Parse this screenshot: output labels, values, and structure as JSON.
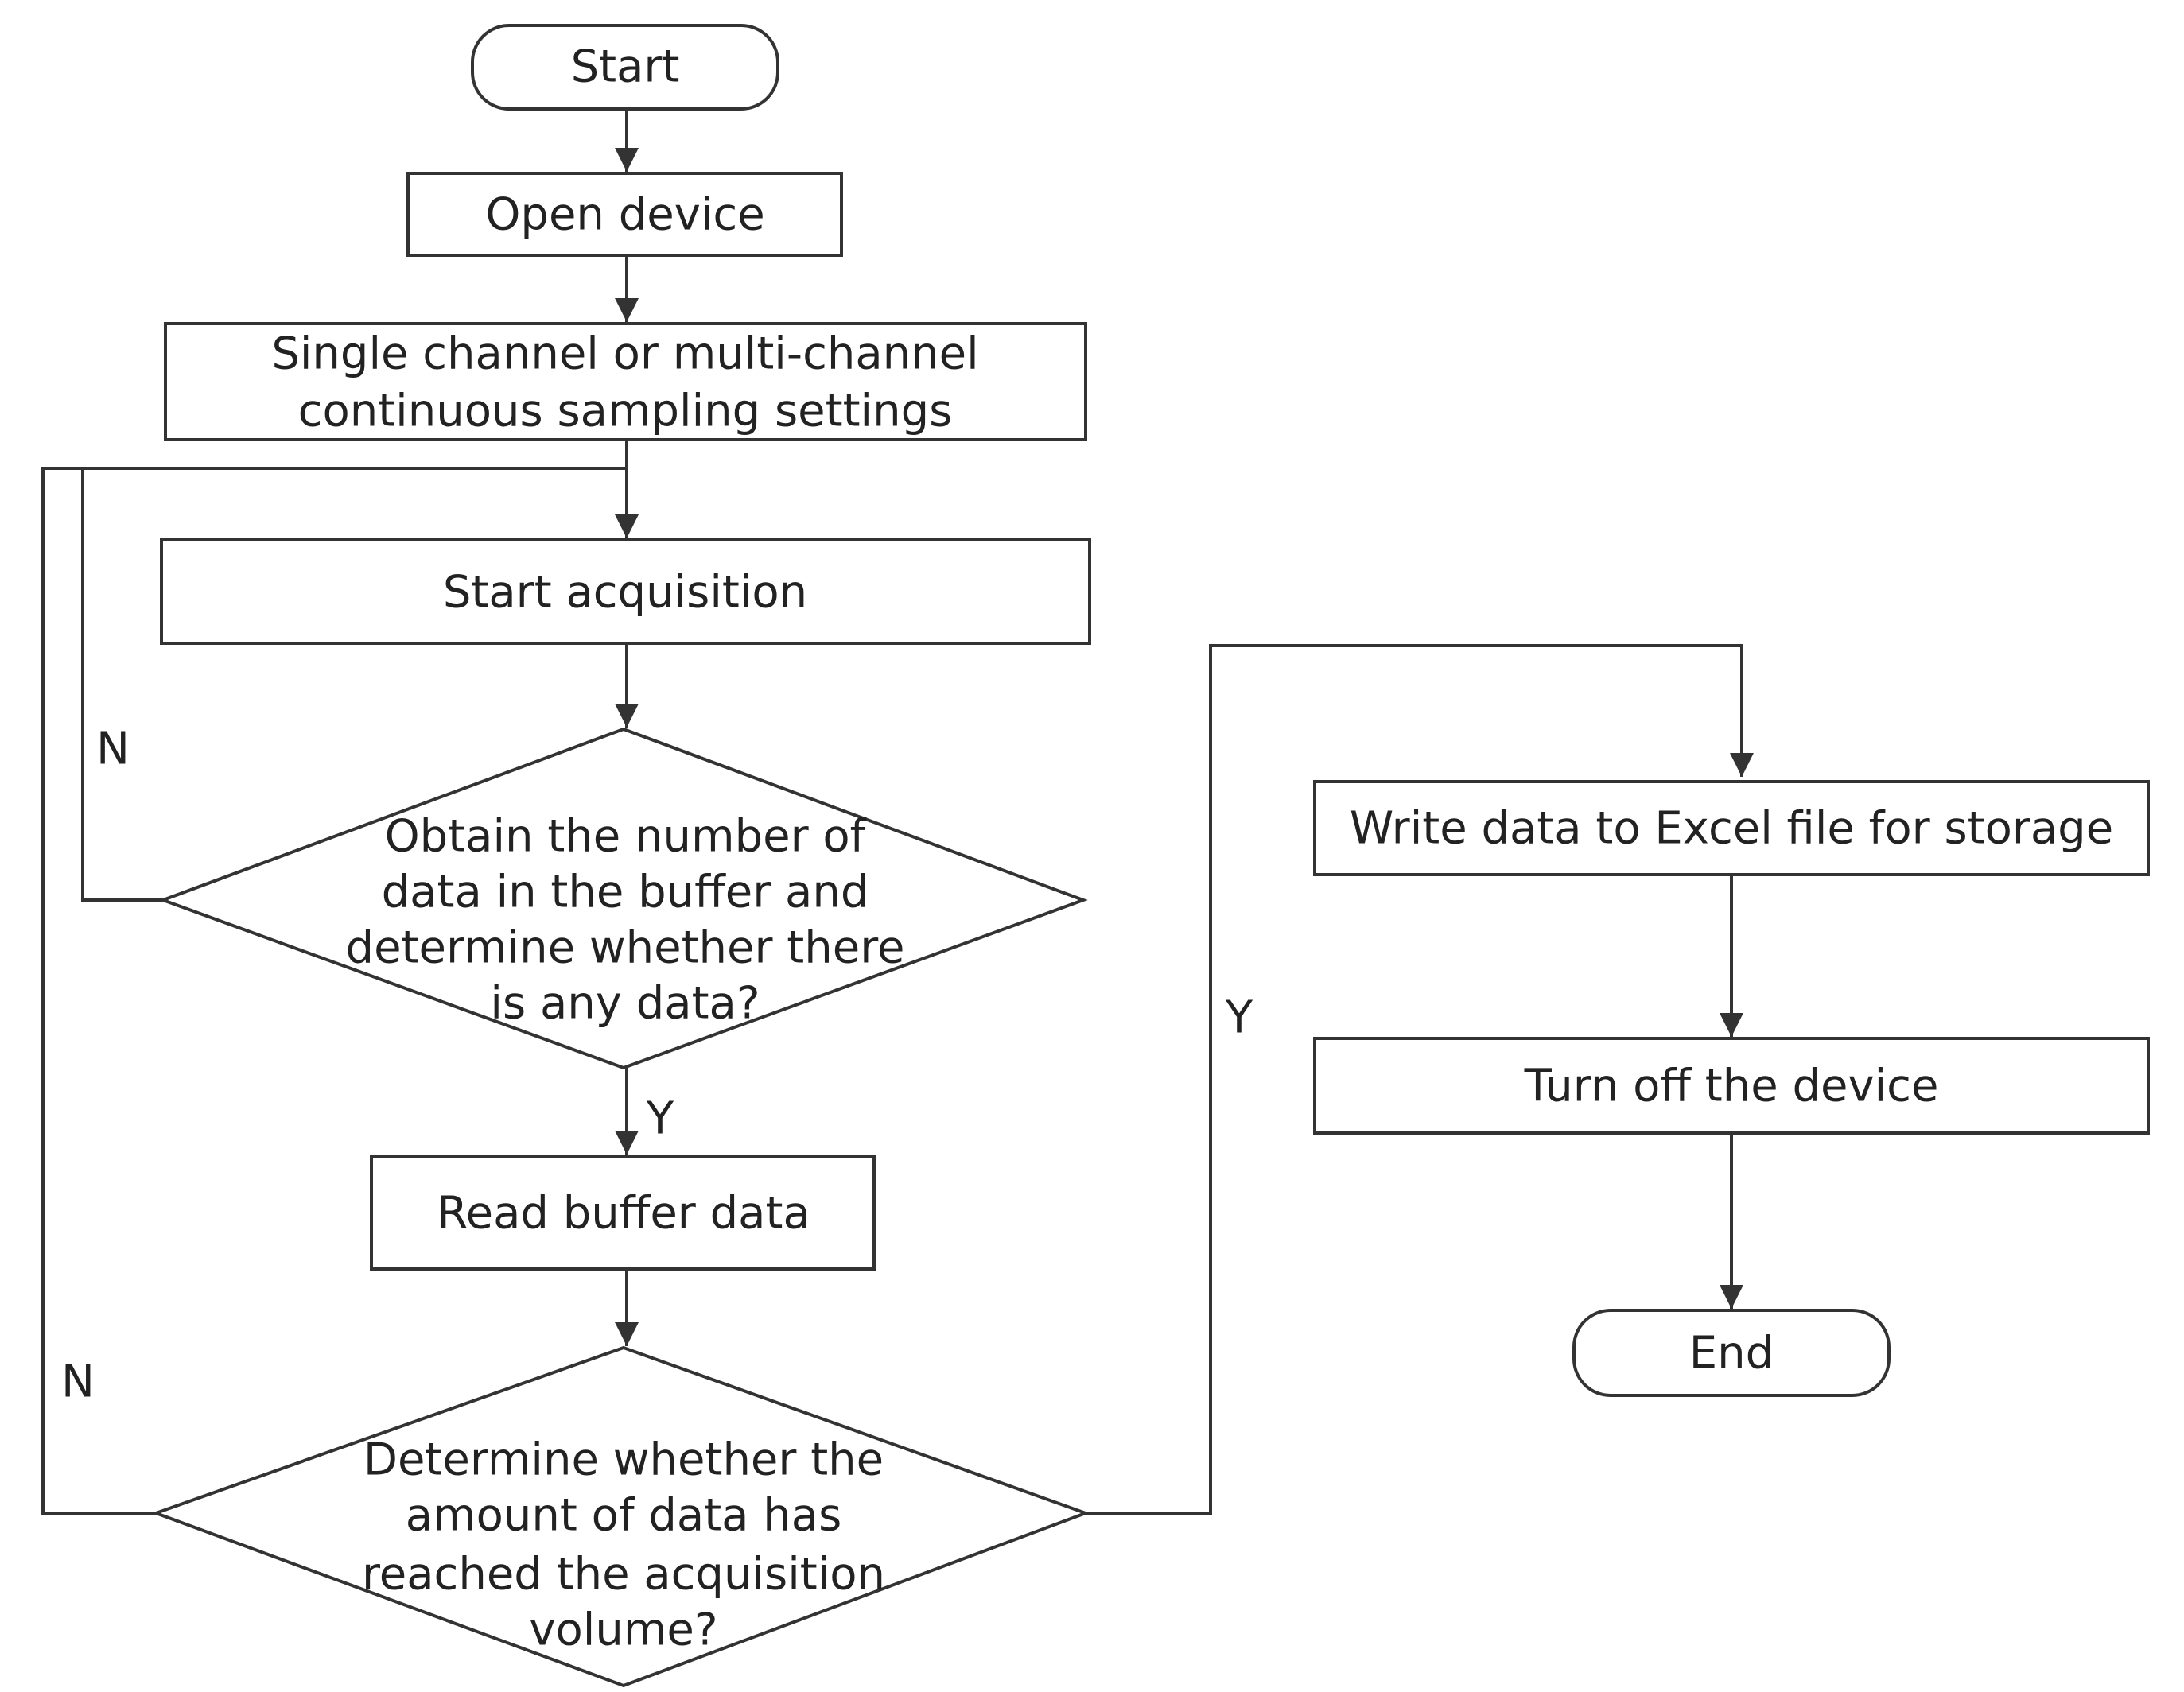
{
  "colors": {
    "stroke": "#333333",
    "text": "#222222",
    "background": "#ffffff"
  },
  "nodes": {
    "start": {
      "label": "Start"
    },
    "open_device": {
      "label": "Open device"
    },
    "settings": {
      "lines": [
        "Single channel or multi-channel",
        "continuous sampling settings"
      ]
    },
    "start_acquisition": {
      "label": "Start acquisition"
    },
    "check_buffer": {
      "lines": [
        "Obtain the number of",
        "data in the buffer and",
        "determine whether there",
        "is any data?"
      ]
    },
    "read_buffer": {
      "label": "Read buffer data"
    },
    "check_volume": {
      "lines": [
        "Determine whether the",
        "amount of data has",
        "reached the acquisition",
        "volume?"
      ]
    },
    "write_excel": {
      "label": "Write data to Excel file for storage"
    },
    "turn_off": {
      "label": "Turn off the device"
    },
    "end": {
      "label": "End"
    }
  },
  "edge_labels": {
    "buffer_no": "N",
    "buffer_yes": "Y",
    "volume_no": "N",
    "volume_yes": "Y"
  }
}
